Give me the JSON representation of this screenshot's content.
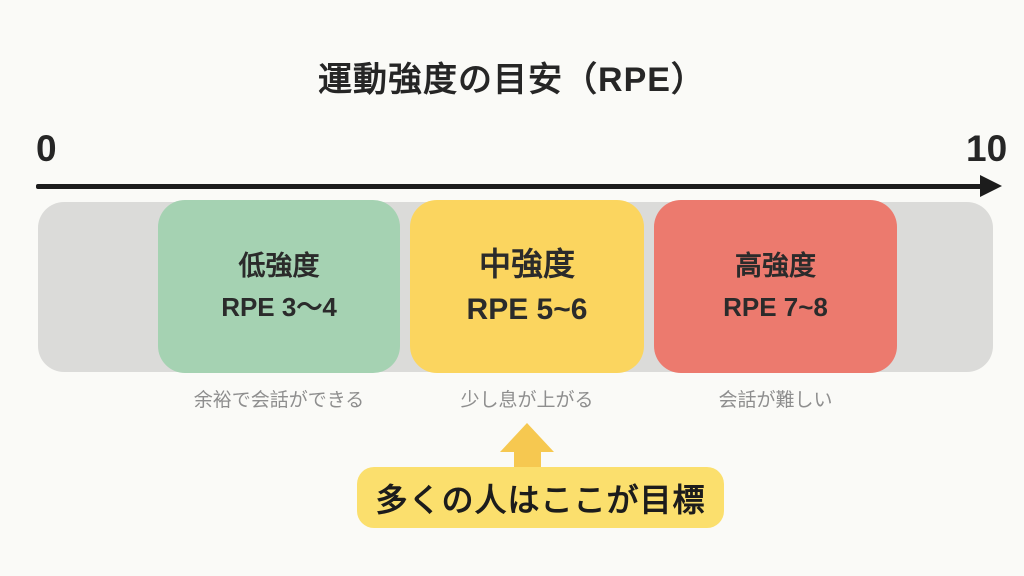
{
  "title": "運動強度の目安（RPE）",
  "axis": {
    "min_label": "0",
    "max_label": "10",
    "range": [
      0,
      10
    ]
  },
  "segments": [
    {
      "id": "low",
      "label": "低強度",
      "rpe": "RPE 3〜4",
      "rpe_range": [
        3,
        4
      ],
      "description": "余裕で会話ができる",
      "color": "#A5D2B2"
    },
    {
      "id": "mid",
      "label": "中強度",
      "rpe": "RPE 5~6",
      "rpe_range": [
        5,
        6
      ],
      "description": "少し息が上がる",
      "color": "#FBD55F"
    },
    {
      "id": "high",
      "label": "高強度",
      "rpe": "RPE 7~8",
      "rpe_range": [
        7,
        8
      ],
      "description": "会話が難しい",
      "color": "#EC7A6E"
    }
  ],
  "callout": {
    "text": "多くの人はここが目標",
    "points_to": "mid",
    "box_color": "#FBDF6D",
    "arrow_color": "#F6C850"
  },
  "colors": {
    "background": "#FAFAF7",
    "track": "#DBDBD9",
    "axis": "#1C1C1C",
    "text_dark": "#262626",
    "text_muted": "#8E8E8E"
  }
}
